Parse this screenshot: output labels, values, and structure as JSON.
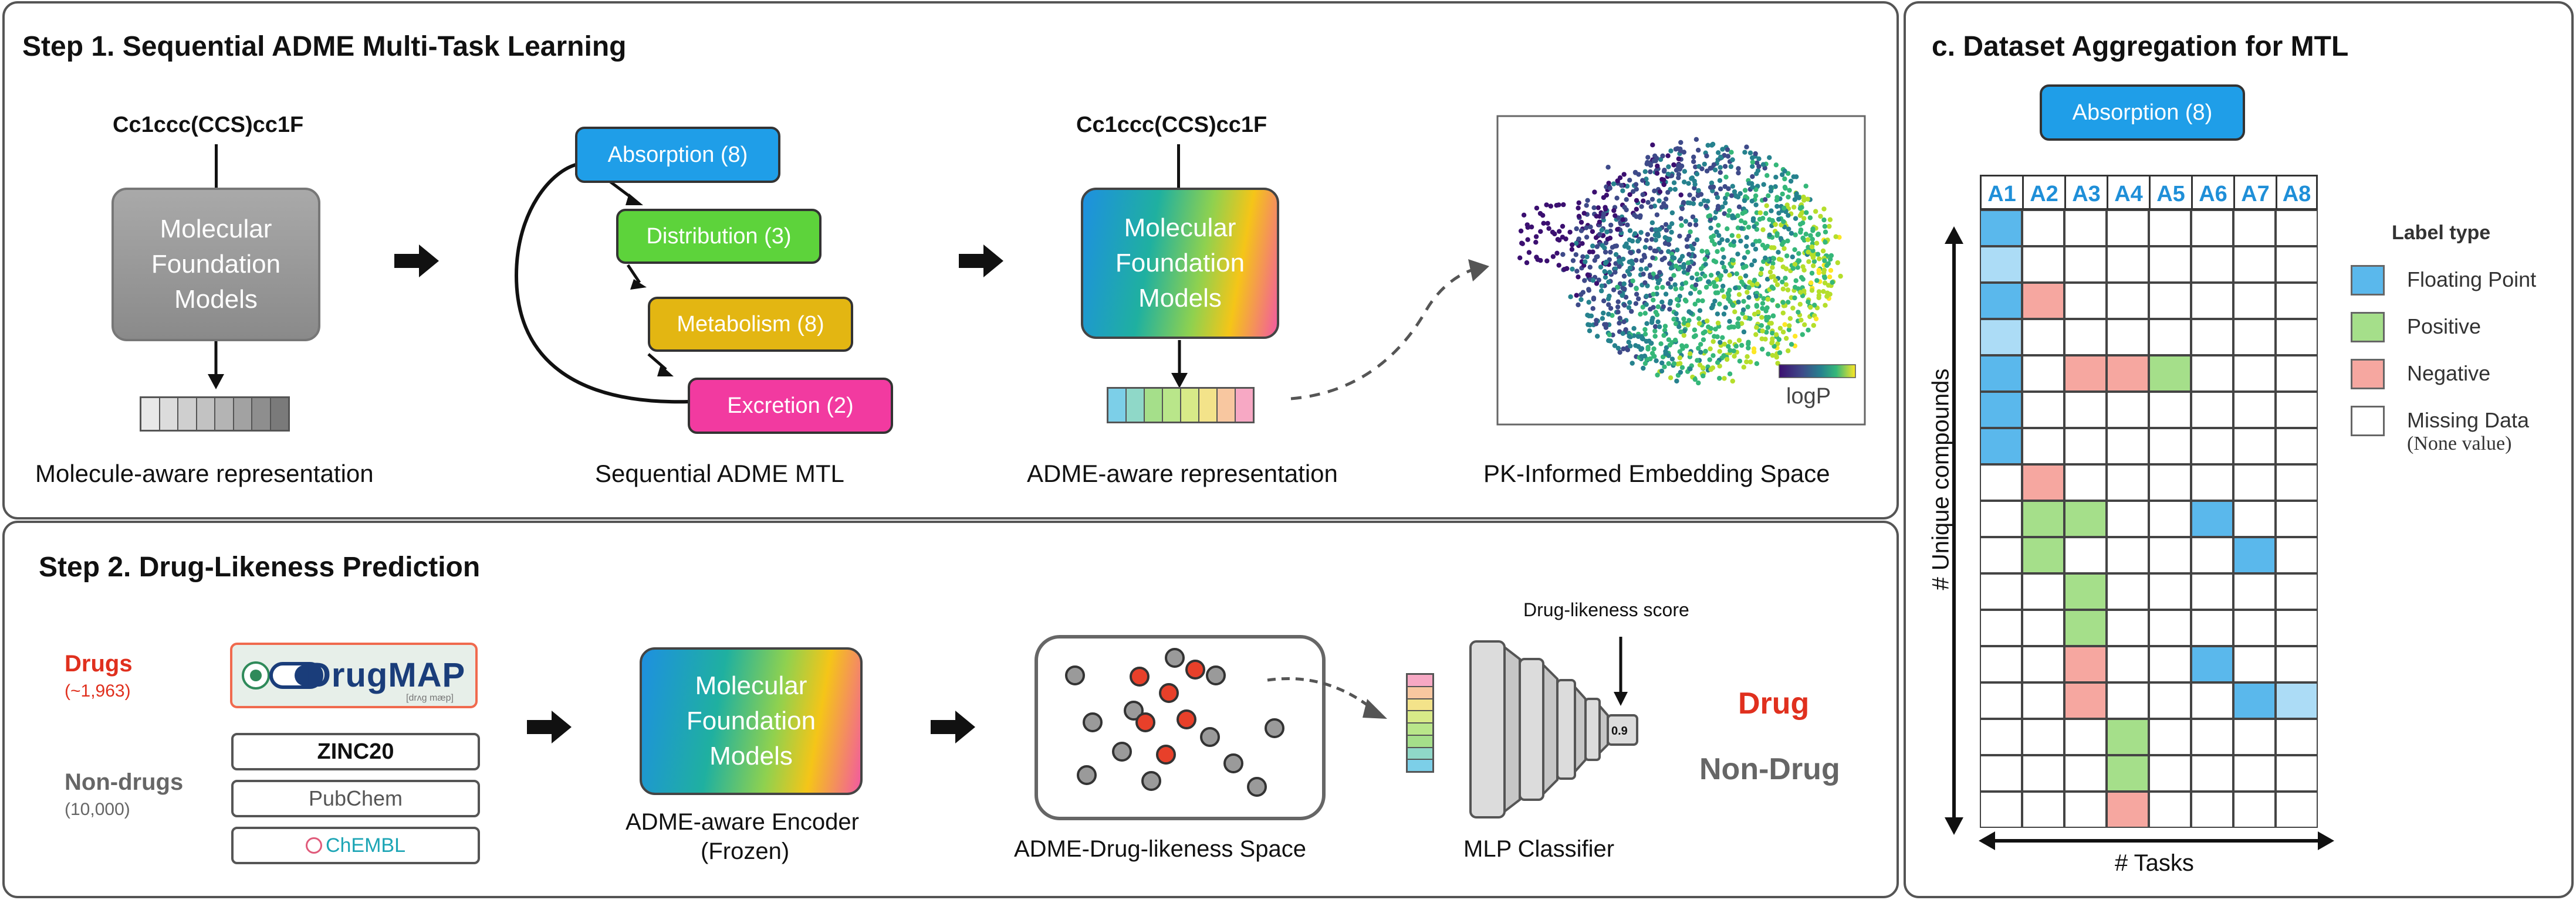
{
  "step1": {
    "title": "Step 1. Sequential ADME Multi-Task Learning",
    "smiles": "Cc1ccc(CCS)cc1F",
    "foundation_label": "Molecular Foundation Models",
    "foundation_lines": [
      "Molecular",
      "Foundation",
      "Models"
    ],
    "cap_molecule": "Molecule-aware representation",
    "cap_sequential": "Sequential ADME MTL",
    "cap_adme": "ADME-aware representation",
    "cap_pk": "PK-Informed Embedding Space",
    "adme_tasks": [
      {
        "label": "Absorption (8)",
        "color": "#1f9ee8"
      },
      {
        "label": "Distribution (3)",
        "color": "#5dd33b"
      },
      {
        "label": "Metabolism (8)",
        "color": "#e3b612"
      },
      {
        "label": "Excretion (2)",
        "color": "#f23aa0"
      }
    ],
    "colorbar_label": "logP"
  },
  "step2": {
    "title": "Step 2. Drug-Likeness Prediction",
    "drugs_label": "Drugs",
    "drugs_count": "(~1,963)",
    "nondrugs_label": "Non-drugs",
    "nondrugs_count": "(10,000)",
    "drugmap_text": "DrugMAP",
    "drugmap_sub": "[drʌg mæp]",
    "zinc": "ZINC20",
    "pubchem": "PubChem",
    "chembl": "ChEMBL",
    "encoder_lines": [
      "Molecular",
      "Foundation",
      "Models"
    ],
    "cap_encoder_1": "ADME-aware Encoder",
    "cap_encoder_2": "(Frozen)",
    "cap_space": "ADME-Drug-likeness Space",
    "cap_mlp": "MLP Classifier",
    "score_label": "Drug-likeness score",
    "score_value": "0.9",
    "out_drug": "Drug",
    "out_nondrug": "Non-Drug"
  },
  "panel_c": {
    "title": "c. Dataset Aggregation for MTL",
    "absorption_chip": "Absorption (8)",
    "columns": [
      "A1",
      "A2",
      "A3",
      "A4",
      "A5",
      "A6",
      "A7",
      "A8"
    ],
    "y_label": "# Unique compounds",
    "x_label": "# Tasks",
    "legend_title": "Label type",
    "legend": [
      {
        "key": "F",
        "label": "Floating Point",
        "color": "#5ab8ec"
      },
      {
        "key": "P",
        "label": "Positive",
        "color": "#a5df8a"
      },
      {
        "key": "N",
        "label": "Negative",
        "color": "#f6a7a0"
      },
      {
        "key": "M",
        "label": "Missing Data",
        "color": "#ffffff"
      }
    ],
    "legend_missing_sub": "(None value)",
    "grid": [
      [
        "F",
        "M",
        "M",
        "M",
        "M",
        "M",
        "M",
        "M"
      ],
      [
        "L",
        "M",
        "M",
        "M",
        "M",
        "M",
        "M",
        "M"
      ],
      [
        "F",
        "N",
        "M",
        "M",
        "M",
        "M",
        "M",
        "M"
      ],
      [
        "L",
        "M",
        "M",
        "M",
        "M",
        "M",
        "M",
        "M"
      ],
      [
        "F",
        "M",
        "N",
        "N",
        "P",
        "M",
        "M",
        "M"
      ],
      [
        "F",
        "M",
        "M",
        "M",
        "M",
        "M",
        "M",
        "M"
      ],
      [
        "F",
        "M",
        "M",
        "M",
        "M",
        "M",
        "M",
        "M"
      ],
      [
        "M",
        "N",
        "M",
        "M",
        "M",
        "M",
        "M",
        "M"
      ],
      [
        "M",
        "P",
        "P",
        "M",
        "M",
        "F",
        "M",
        "M"
      ],
      [
        "M",
        "P",
        "M",
        "M",
        "M",
        "M",
        "F",
        "M"
      ],
      [
        "M",
        "M",
        "P",
        "M",
        "M",
        "M",
        "M",
        "M"
      ],
      [
        "M",
        "M",
        "P",
        "M",
        "M",
        "M",
        "M",
        "M"
      ],
      [
        "M",
        "M",
        "N",
        "M",
        "M",
        "F",
        "M",
        "M"
      ],
      [
        "M",
        "M",
        "N",
        "M",
        "M",
        "M",
        "F",
        "L"
      ],
      [
        "M",
        "M",
        "M",
        "P",
        "M",
        "M",
        "M",
        "M"
      ],
      [
        "M",
        "M",
        "M",
        "P",
        "M",
        "M",
        "M",
        "M"
      ],
      [
        "M",
        "M",
        "M",
        "N",
        "M",
        "M",
        "M",
        "M"
      ]
    ],
    "grid_colors": {
      "F": "#5ab8ec",
      "L": "#acdcf6",
      "P": "#a5df8a",
      "N": "#f6a7a0",
      "M": "#ffffff"
    }
  },
  "scatter": {
    "colormap": [
      "#3b0f70",
      "#3e4a89",
      "#26828e",
      "#35b779",
      "#b5de2b",
      "#fde725"
    ]
  }
}
